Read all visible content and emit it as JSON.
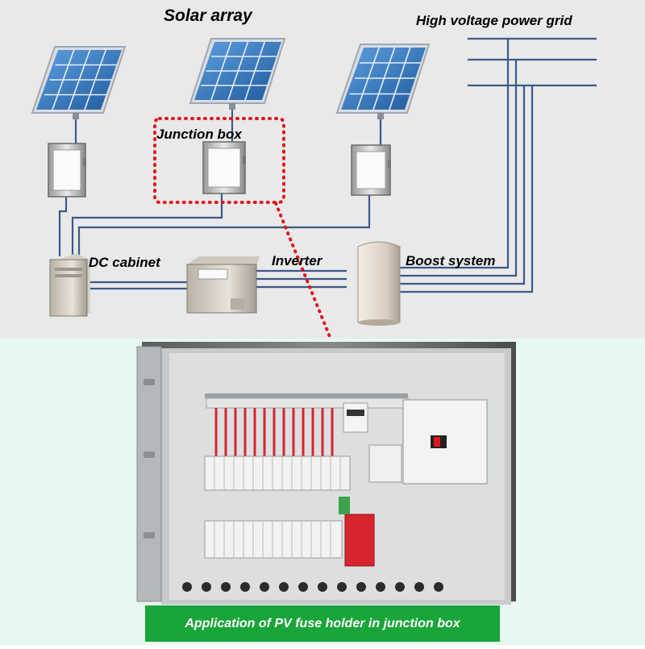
{
  "labels": {
    "solar_array": "Solar array",
    "high_voltage_grid": "High voltage power grid",
    "junction_box": "Junction box",
    "dc_cabinet": "DC cabinet",
    "inverter": "Inverter",
    "boost_system": "Boost system"
  },
  "photo": {
    "caption": "Application of PV fuse holder in junction box"
  },
  "colors": {
    "top_background": "#e9e9ea",
    "bottom_background": "#e6f8ef",
    "wire": "#3b5a86",
    "highlight_dots": "#e0141c",
    "caption_bar": "#1aa53a",
    "caption_text": "#ffffff",
    "solar_cell": "#2f73b8",
    "fuse_red": "#d8242c"
  }
}
